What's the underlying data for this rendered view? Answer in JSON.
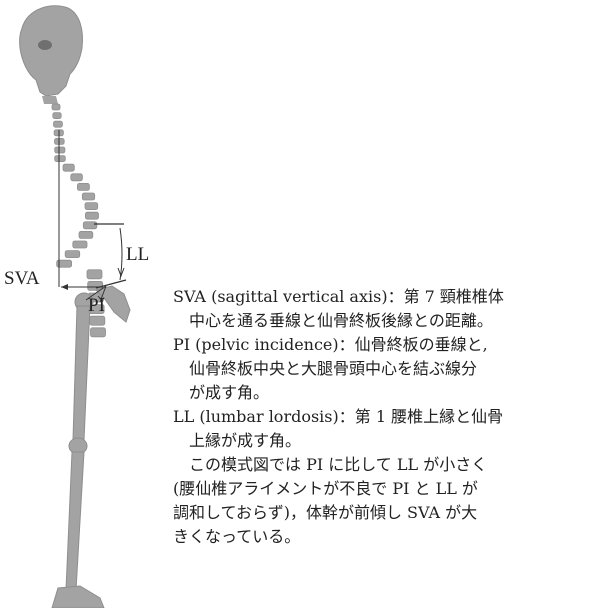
{
  "diagram": {
    "labels": {
      "sva": "SVA",
      "ll": "LL",
      "pi": "PI"
    },
    "colors": {
      "bone": "#a3a3a3",
      "bone_dark": "#8e8e8e",
      "line": "#333333"
    }
  },
  "legend": {
    "sva_title": "SVA (sagittal vertical axis)：第 7 頸椎椎体",
    "sva_body": "中心を通る垂線と仙骨終板後縁との距離。",
    "pi_title": "PI (pelvic incidence)：仙骨終板の垂線と,",
    "pi_body_1": "仙骨終板中央と大腿骨頭中心を結ぶ線分",
    "pi_body_2": "が成す角。",
    "ll_title": "LL (lumbar lordosis)：第 1 腰椎上縁と仙骨",
    "ll_body": "上縁が成す角。",
    "note_1": "この模式図では PI に比して LL が小さく",
    "note_2": "(腰仙椎アライメントが不良で PI と LL が",
    "note_3": "調和しておらず)，体幹が前傾し SVA が大",
    "note_4": "きくなっている。"
  }
}
